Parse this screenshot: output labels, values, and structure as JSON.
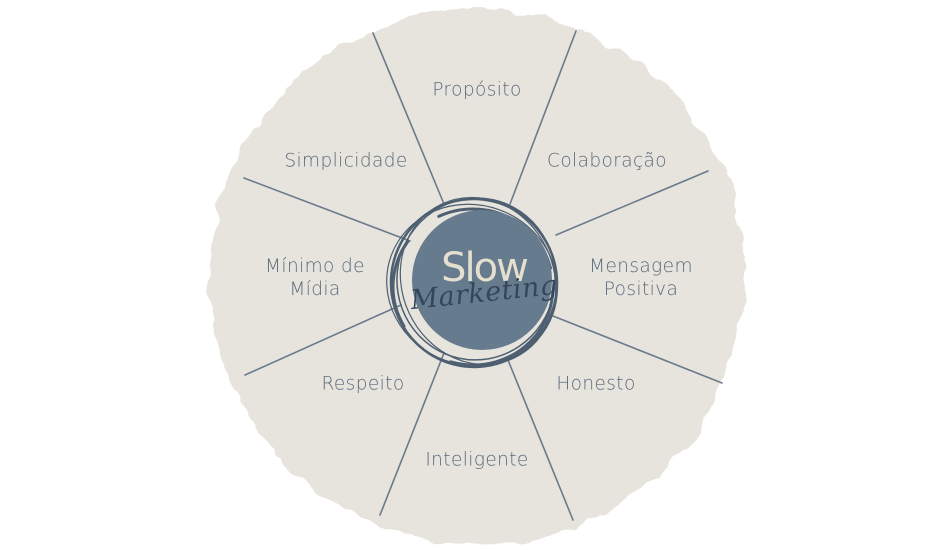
{
  "center": {
    "title": "Slow",
    "subtitle": "Marketing"
  },
  "segments": [
    {
      "lines": [
        "Propósito"
      ]
    },
    {
      "lines": [
        "Colaboração"
      ]
    },
    {
      "lines": [
        "Mensagem",
        "Positiva"
      ]
    },
    {
      "lines": [
        "Honesto"
      ]
    },
    {
      "lines": [
        "Inteligente"
      ]
    },
    {
      "lines": [
        "Respeito"
      ]
    },
    {
      "lines": [
        "Mínimo de",
        "Mídia"
      ]
    },
    {
      "lines": [
        "Simplicidade"
      ]
    }
  ],
  "colors": {
    "wheel_fill": "#e6e4dc",
    "divider": "#6a7a8c",
    "hub_fill": "#677b8e",
    "hub_ring": "#4e5f72",
    "label_text": "#5b6a7b",
    "title_text": "#e4dfcf",
    "subtitle_text": "#34465a"
  }
}
